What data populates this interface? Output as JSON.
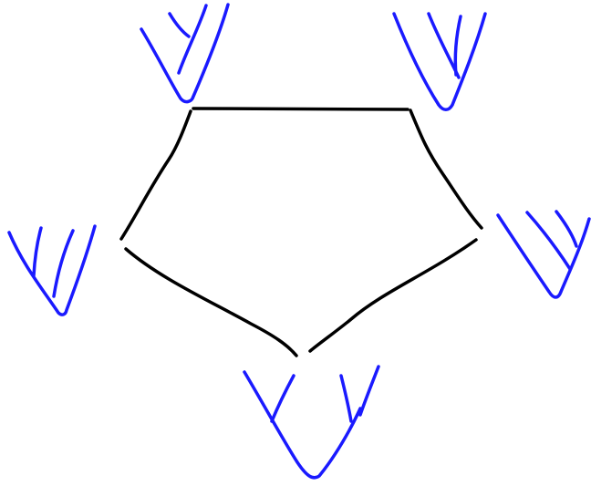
{
  "diagram": {
    "colors": {
      "background": "#ffffff",
      "ring_stroke": "#000000",
      "tree_stroke": "#1a1aff"
    },
    "ring": {
      "edge_count": 5
    },
    "trees": [
      {
        "name": "top-left"
      },
      {
        "name": "top-right"
      },
      {
        "name": "left"
      },
      {
        "name": "right"
      },
      {
        "name": "bottom"
      }
    ]
  }
}
